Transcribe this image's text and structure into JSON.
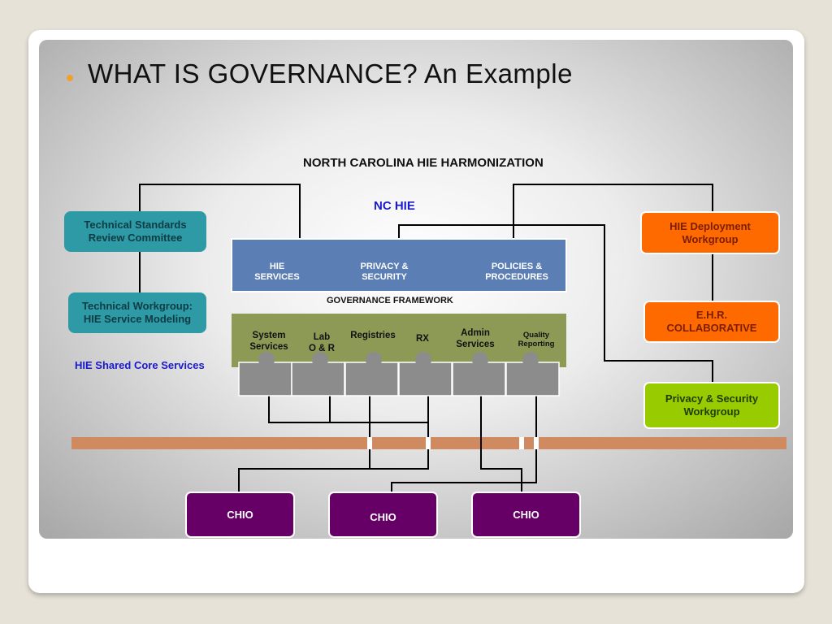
{
  "slide": {
    "title": "WHAT IS GOVERNANCE?  An Example"
  },
  "diagram": {
    "heading": "NORTH CAROLINA HIE HARMONIZATION",
    "nc_hie": "NC HIE",
    "governance_framework": "GOVERNANCE FRAMEWORK",
    "shared_core_services": "HIE Shared Core Services",
    "top_band": {
      "hie_services": "HIE\nSERVICES",
      "privacy_security": "PRIVACY &\nSECURITY",
      "policies_procedures": "POLICIES &\nPROCEDURES"
    },
    "services": {
      "system_services": "System\nServices",
      "lab": "Lab\nO & R",
      "registries": "Registries",
      "rx": "RX",
      "admin_services": "Admin\nServices",
      "quality_reporting": "Quality\nReporting"
    },
    "left_boxes": {
      "tech_standards": "Technical Standards\nReview Committee",
      "tech_workgroup": "Technical Workgroup:\nHIE Service Modeling"
    },
    "right_boxes": {
      "deployment": "HIE Deployment\nWorkgroup",
      "ehr": "E.H.R.\nCOLLABORATIVE",
      "privacy_workgroup": "Privacy & Security\nWorkgroup"
    },
    "chio": [
      "CHIO",
      "CHIO",
      "CHIO"
    ],
    "colors": {
      "teal": "#2e9aa6",
      "orange": "#ff6a00",
      "green": "#99cc00",
      "purple": "#660066",
      "blue_band": "#5b7fb5",
      "olive_band": "#8c9a55",
      "bus": "#d08a60"
    }
  }
}
